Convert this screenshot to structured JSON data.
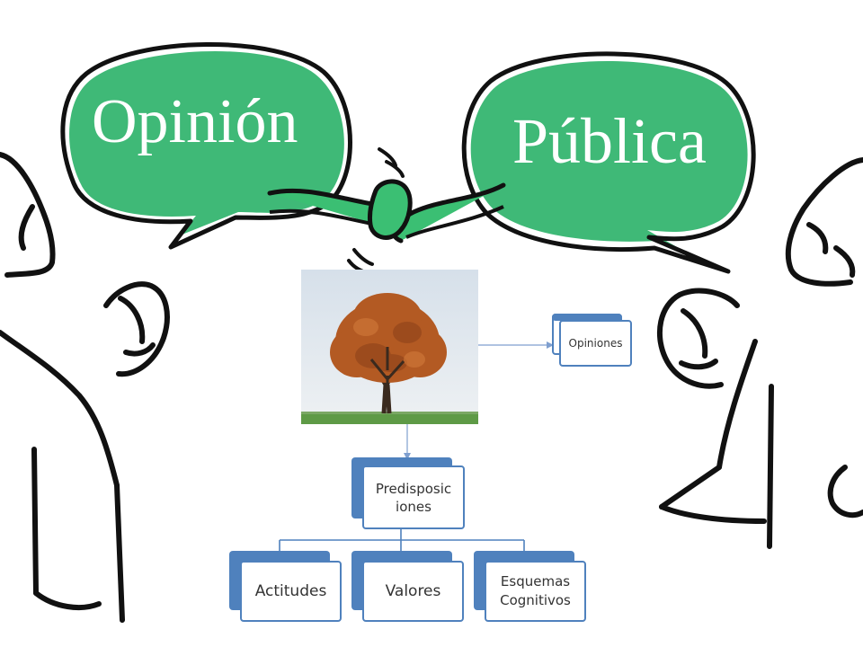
{
  "titles": {
    "left": "Opinión",
    "right": "Pública"
  },
  "nodes": {
    "opiniones": "Opiniones",
    "predisposiciones": "Predisposic iones",
    "actitudes": "Actitudes",
    "valores": "Valores",
    "esquemas": "Esquemas Cognitivos"
  },
  "colors": {
    "bubble_green": "#2fb36b",
    "node_blue": "#4f81bd",
    "connector_blue": "#7f9fcf",
    "tree_orange": "#b35a23",
    "sky": "#dde6ee",
    "grass": "#5e9a46"
  },
  "icons": {
    "tree_photo": "autumn-tree-icon"
  }
}
